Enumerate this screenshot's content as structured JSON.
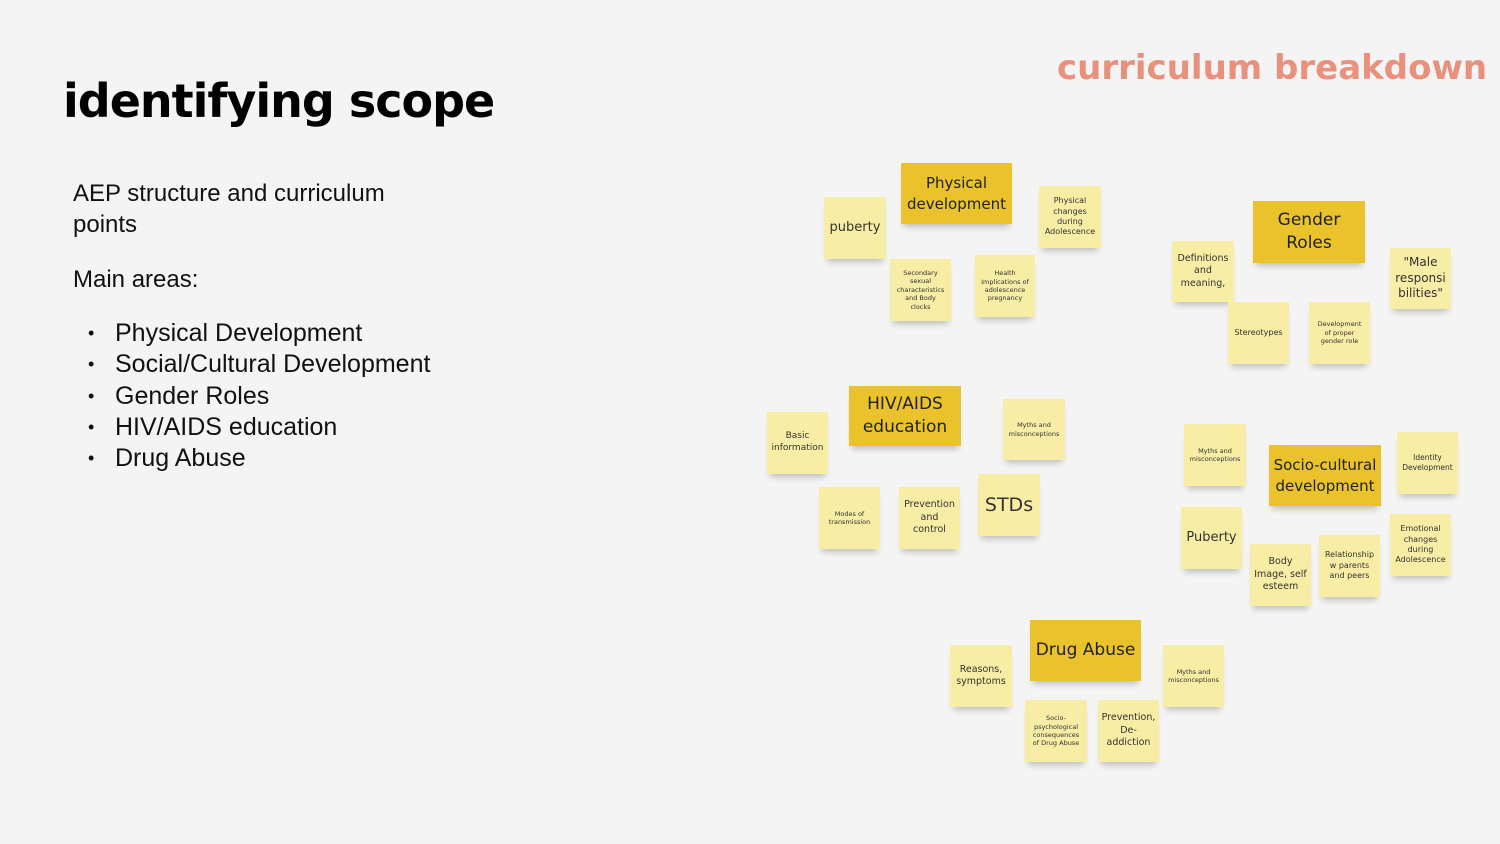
{
  "title": "identifying scope",
  "subtitle": "curriculum breakdown",
  "intro": "AEP structure and curriculum points",
  "main_areas_label": "Main areas:",
  "areas": [
    "Physical Development",
    "Social/Cultural Development",
    "Gender Roles",
    "HIV/AIDS education",
    "Drug Abuse"
  ],
  "notes": {
    "physical_head": "Physical\ndevelopment",
    "physical_puberty": "puberty",
    "physical_changes": "Physical\nchanges\nduring\nAdolescence",
    "physical_secondary": "Secondary\nsexual\ncharacteristics\nand Body\nclocks",
    "physical_health": "Health\nImplications of\nadolescence\npregnancy",
    "gender_head": "Gender\nRoles",
    "gender_definitions": "Definitions\nand\nmeaning,",
    "gender_stereotypes": "Stereotypes",
    "gender_development": "Development\nof proper\ngender role",
    "gender_male": "\"Male\nresponsi\nbilities\"",
    "hiv_head": "HIV/AIDS\neducation",
    "hiv_basic": "Basic\ninformation",
    "hiv_myths": "Myths and\nmisconceptions",
    "hiv_modes": "Modes of\ntransmission",
    "hiv_prevention": "Prevention\nand\ncontrol",
    "hiv_stds": "STDs",
    "socio_myths": "Myths and\nmisconceptions",
    "socio_head": "Socio-cultural\ndevelopment",
    "socio_identity": "Identity\nDevelopment",
    "socio_puberty": "Puberty",
    "socio_body": "Body\nImage, self\nesteem",
    "socio_relationship": "Relationship\nw parents\nand peers",
    "socio_emotional": "Emotional\nchanges\nduring\nAdolescence",
    "drug_head": "Drug Abuse",
    "drug_reasons": "Reasons,\nsymptoms",
    "drug_myths": "Myths and\nmisconceptions",
    "drug_socio": "Socio-\npsychological\nconsequences\nof Drug Abuse",
    "drug_prevention": "Prevention,\nDe-\naddiction"
  }
}
